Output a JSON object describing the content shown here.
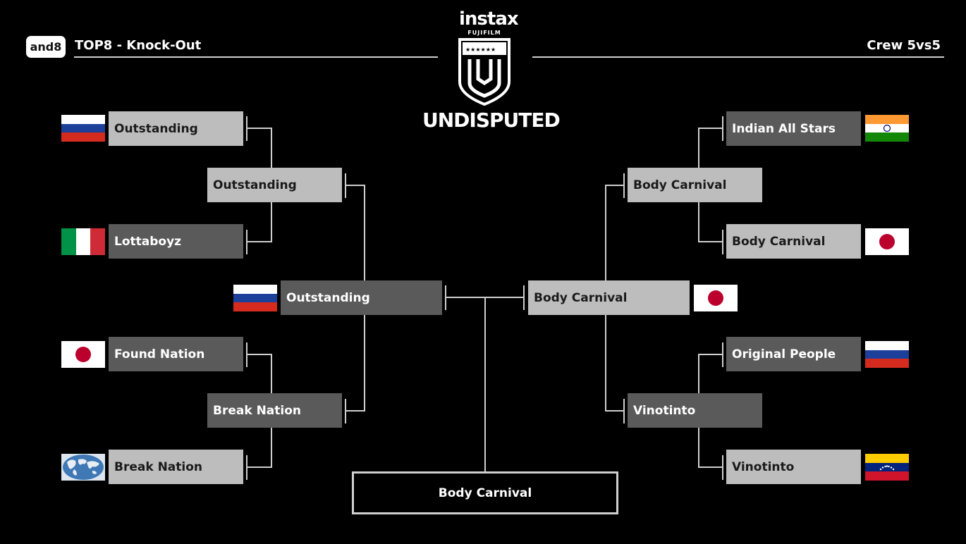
{
  "header": {
    "badge": "and8",
    "title": "TOP8 - Knock-Out",
    "category": "Crew 5vs5"
  },
  "logo": {
    "brand": "instax",
    "sub": "FUJIFILM",
    "event": "UNDISPUTED"
  },
  "bracket": {
    "left": {
      "round1": [
        {
          "team": "Outstanding",
          "flag": "russia"
        },
        {
          "team": "Lottaboyz",
          "flag": "italy"
        },
        {
          "team": "Found Nation",
          "flag": "japan"
        },
        {
          "team": "Break Nation",
          "flag": "world"
        }
      ],
      "semis": [
        "Outstanding",
        "Break Nation"
      ],
      "final": {
        "team": "Outstanding",
        "flag": "russia"
      }
    },
    "right": {
      "round1": [
        {
          "team": "Indian All Stars",
          "flag": "india"
        },
        {
          "team": "Body Carnival",
          "flag": "japan"
        },
        {
          "team": "Original People",
          "flag": "russia"
        },
        {
          "team": "Vinotinto",
          "flag": "venezuela"
        }
      ],
      "semis": [
        "Body Carnival",
        "Vinotinto"
      ],
      "final": {
        "team": "Body Carnival",
        "flag": "japan"
      }
    },
    "winner": "Body Carnival"
  },
  "colors": {
    "background": "#000000",
    "light_box": "#bdbdbd",
    "dark_box": "#5a5a5a",
    "line": "#cfcfcf"
  }
}
